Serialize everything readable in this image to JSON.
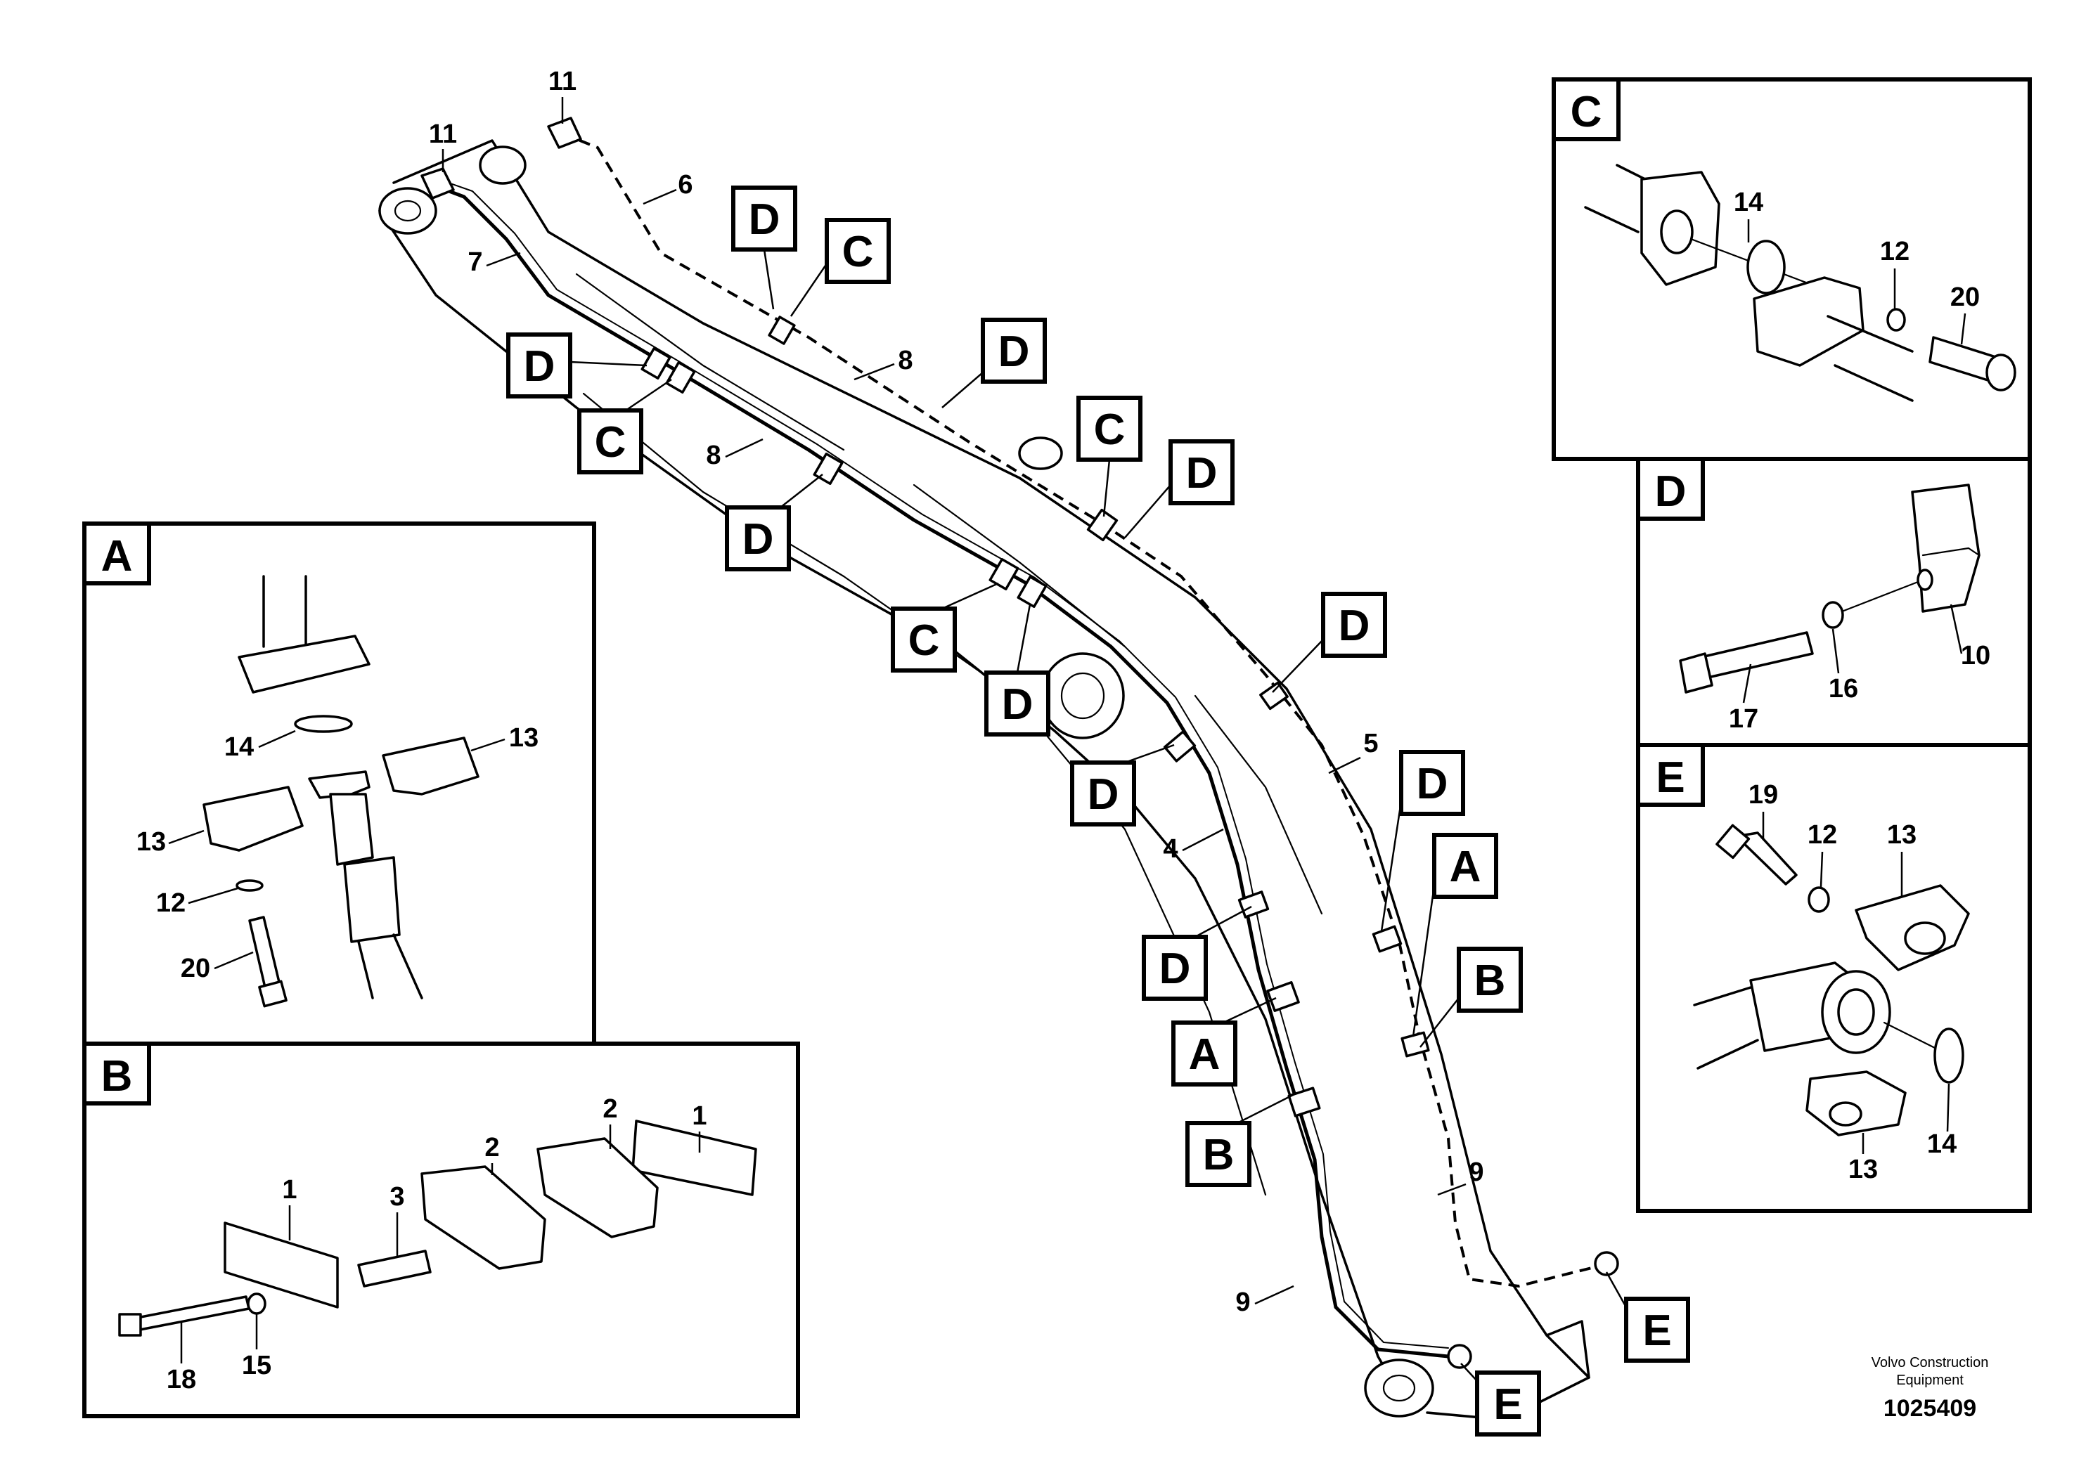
{
  "diagram": {
    "callouts": [
      {
        "id": "c11a",
        "text": "11"
      },
      {
        "id": "c11b",
        "text": "11"
      },
      {
        "id": "c6",
        "text": "6"
      },
      {
        "id": "c7",
        "text": "7"
      },
      {
        "id": "c8a",
        "text": "8"
      },
      {
        "id": "c8b",
        "text": "8"
      },
      {
        "id": "c5",
        "text": "5"
      },
      {
        "id": "c4",
        "text": "4"
      },
      {
        "id": "c9a",
        "text": "9"
      },
      {
        "id": "c9b",
        "text": "9"
      }
    ],
    "tags": [
      {
        "id": "t1",
        "text": "D"
      },
      {
        "id": "t2",
        "text": "C"
      },
      {
        "id": "t3",
        "text": "D"
      },
      {
        "id": "t4",
        "text": "C"
      },
      {
        "id": "t5",
        "text": "D"
      },
      {
        "id": "t6",
        "text": "D"
      },
      {
        "id": "t7",
        "text": "C"
      },
      {
        "id": "t8",
        "text": "D"
      },
      {
        "id": "t9",
        "text": "C"
      },
      {
        "id": "t10",
        "text": "D"
      },
      {
        "id": "t11",
        "text": "D"
      },
      {
        "id": "t12",
        "text": "D"
      },
      {
        "id": "t13",
        "text": "D"
      },
      {
        "id": "t14",
        "text": "A"
      },
      {
        "id": "t15",
        "text": "D"
      },
      {
        "id": "t16",
        "text": "B"
      },
      {
        "id": "t17",
        "text": "A"
      },
      {
        "id": "t18",
        "text": "B"
      },
      {
        "id": "t19",
        "text": "E"
      },
      {
        "id": "t20",
        "text": "E"
      }
    ]
  },
  "detail_a": {
    "title": "A",
    "callouts": [
      {
        "id": "a14",
        "text": "14"
      },
      {
        "id": "a13r",
        "text": "13"
      },
      {
        "id": "a13l",
        "text": "13"
      },
      {
        "id": "a12",
        "text": "12"
      },
      {
        "id": "a20",
        "text": "20"
      }
    ]
  },
  "detail_b": {
    "title": "B",
    "callouts": [
      {
        "id": "b1r",
        "text": "1"
      },
      {
        "id": "b2r",
        "text": "2"
      },
      {
        "id": "b2l",
        "text": "2"
      },
      {
        "id": "b1l",
        "text": "1"
      },
      {
        "id": "b3",
        "text": "3"
      },
      {
        "id": "b18",
        "text": "18"
      },
      {
        "id": "b15",
        "text": "15"
      }
    ]
  },
  "detail_c": {
    "title": "C",
    "callouts": [
      {
        "id": "cc14",
        "text": "14"
      },
      {
        "id": "cc12",
        "text": "12"
      },
      {
        "id": "cc20",
        "text": "20"
      }
    ]
  },
  "detail_d": {
    "title": "D",
    "callouts": [
      {
        "id": "d10",
        "text": "10"
      },
      {
        "id": "d16",
        "text": "16"
      },
      {
        "id": "d17",
        "text": "17"
      }
    ]
  },
  "detail_e": {
    "title": "E",
    "callouts": [
      {
        "id": "e19",
        "text": "19"
      },
      {
        "id": "e12",
        "text": "12"
      },
      {
        "id": "e13t",
        "text": "13"
      },
      {
        "id": "e14",
        "text": "14"
      },
      {
        "id": "e13b",
        "text": "13"
      }
    ]
  },
  "footer": {
    "credit_line1": "Volvo Construction",
    "credit_line2": "Equipment",
    "document_number": "1025409"
  }
}
